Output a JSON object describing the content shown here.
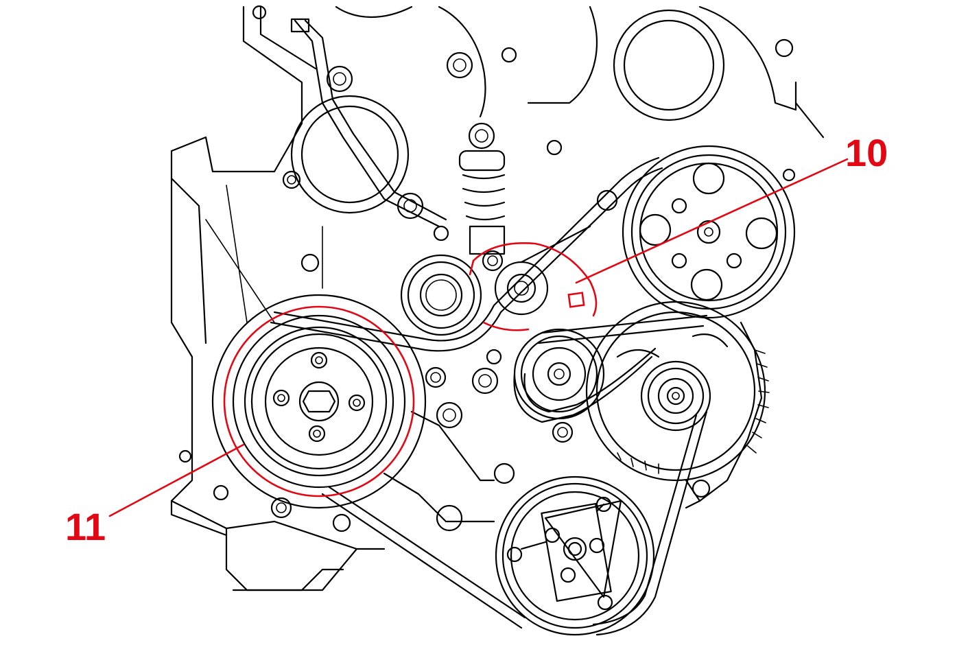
{
  "callouts": [
    {
      "id": "10",
      "label": "10"
    },
    {
      "id": "11",
      "label": "11"
    }
  ],
  "colors": {
    "line_art": "#000000",
    "highlight": "#e30613",
    "background": "#ffffff"
  }
}
